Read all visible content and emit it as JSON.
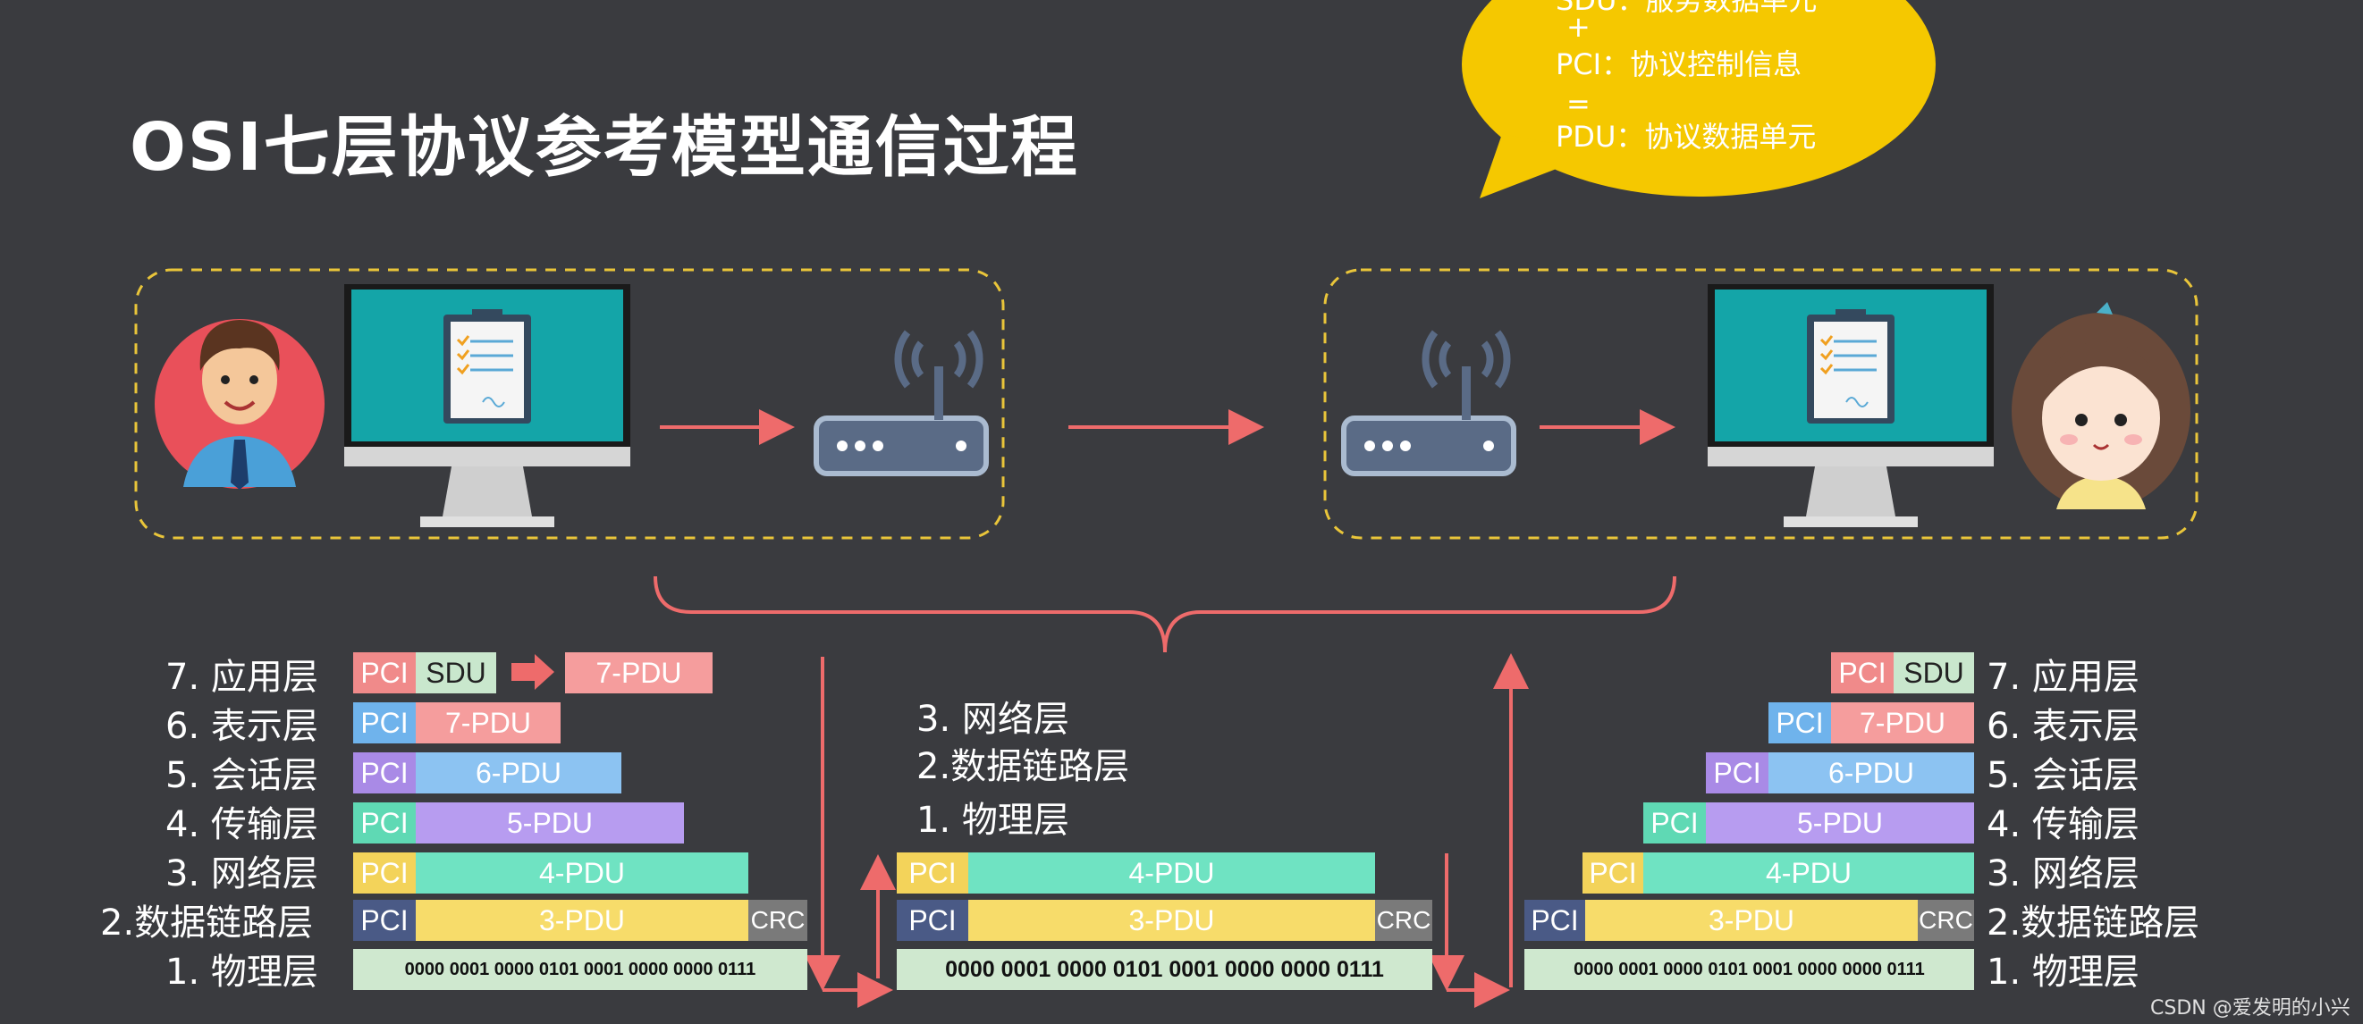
{
  "title": "OSI七层协议参考模型通信过程",
  "bubble": {
    "line1": "SDU：服务数据单元",
    "plus": "+",
    "line2": "PCI：协议控制信息",
    "equals": "=",
    "line3": "PDU：协议数据单元"
  },
  "left_layers": [
    "7. 应用层",
    "6. 表示层",
    "5. 会话层",
    "4. 传输层",
    "3. 网络层",
    "2.数据链路层",
    "1. 物理层"
  ],
  "middle_layers": [
    "3. 网络层",
    "2.数据链路层",
    "1. 物理层"
  ],
  "right_layers": [
    "7. 应用层",
    "6. 表示层",
    "5. 会话层",
    "4. 传输层",
    "3. 网络层",
    "2.数据链路层",
    "1. 物理层"
  ],
  "cells": {
    "pci": "PCI",
    "sdu": "SDU",
    "pdu7": "7-PDU",
    "pdu6": "6-PDU",
    "pdu5": "5-PDU",
    "pdu4": "4-PDU",
    "pdu3": "3-PDU",
    "crc": "CRC",
    "bits": "0000 0001  0000 0101  0001 0000  0000 0111"
  },
  "watermark": "CSDN @爱发明的小兴",
  "colors": {
    "background": "#3a3b3f",
    "bubble": "#f5c800",
    "dashed_box": "#e9c53a",
    "arrow": "#ee6b6b",
    "monitor_screen": "#14a5a8"
  },
  "icons": [
    "man-avatar-icon",
    "woman-avatar-icon",
    "monitor-icon",
    "clipboard-icon",
    "router-icon",
    "wifi-signal-icon"
  ]
}
